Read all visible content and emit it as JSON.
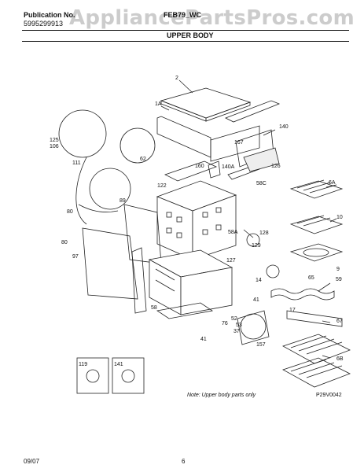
{
  "header": {
    "publication_label": "Publication No.",
    "publication_number": "5995299913",
    "model": "FEB79_WC",
    "section_title": "UPPER BODY"
  },
  "watermark": "AppliancePartsPros.com",
  "callouts": {
    "c2": "2",
    "c1A": "1A",
    "c140": "140",
    "c167": "167",
    "c140A": "140A",
    "c125": "125",
    "c126": "126",
    "c106": "106",
    "c111": "111",
    "c62": "62",
    "c160": "160",
    "c58C": "58C",
    "c6A": "6A",
    "c122": "122",
    "c89": "89",
    "c80": "80",
    "c10": "10",
    "c58A": "58A",
    "c128": "128",
    "c129": "129",
    "c97": "97",
    "c127": "127",
    "c9": "9",
    "c58": "58",
    "c59": "59",
    "c65": "65",
    "c14": "14",
    "c41": "41",
    "c17": "17",
    "c52": "52",
    "c53": "53",
    "c76": "76",
    "c37": "37",
    "c41b": "41",
    "c157": "157",
    "c67": "67",
    "c119": "119",
    "c141": "141",
    "c6B": "6B"
  },
  "note": "Note: Upper body parts only",
  "drawing_code": "P29V0042",
  "footer": {
    "date": "09/07",
    "page": "6"
  }
}
